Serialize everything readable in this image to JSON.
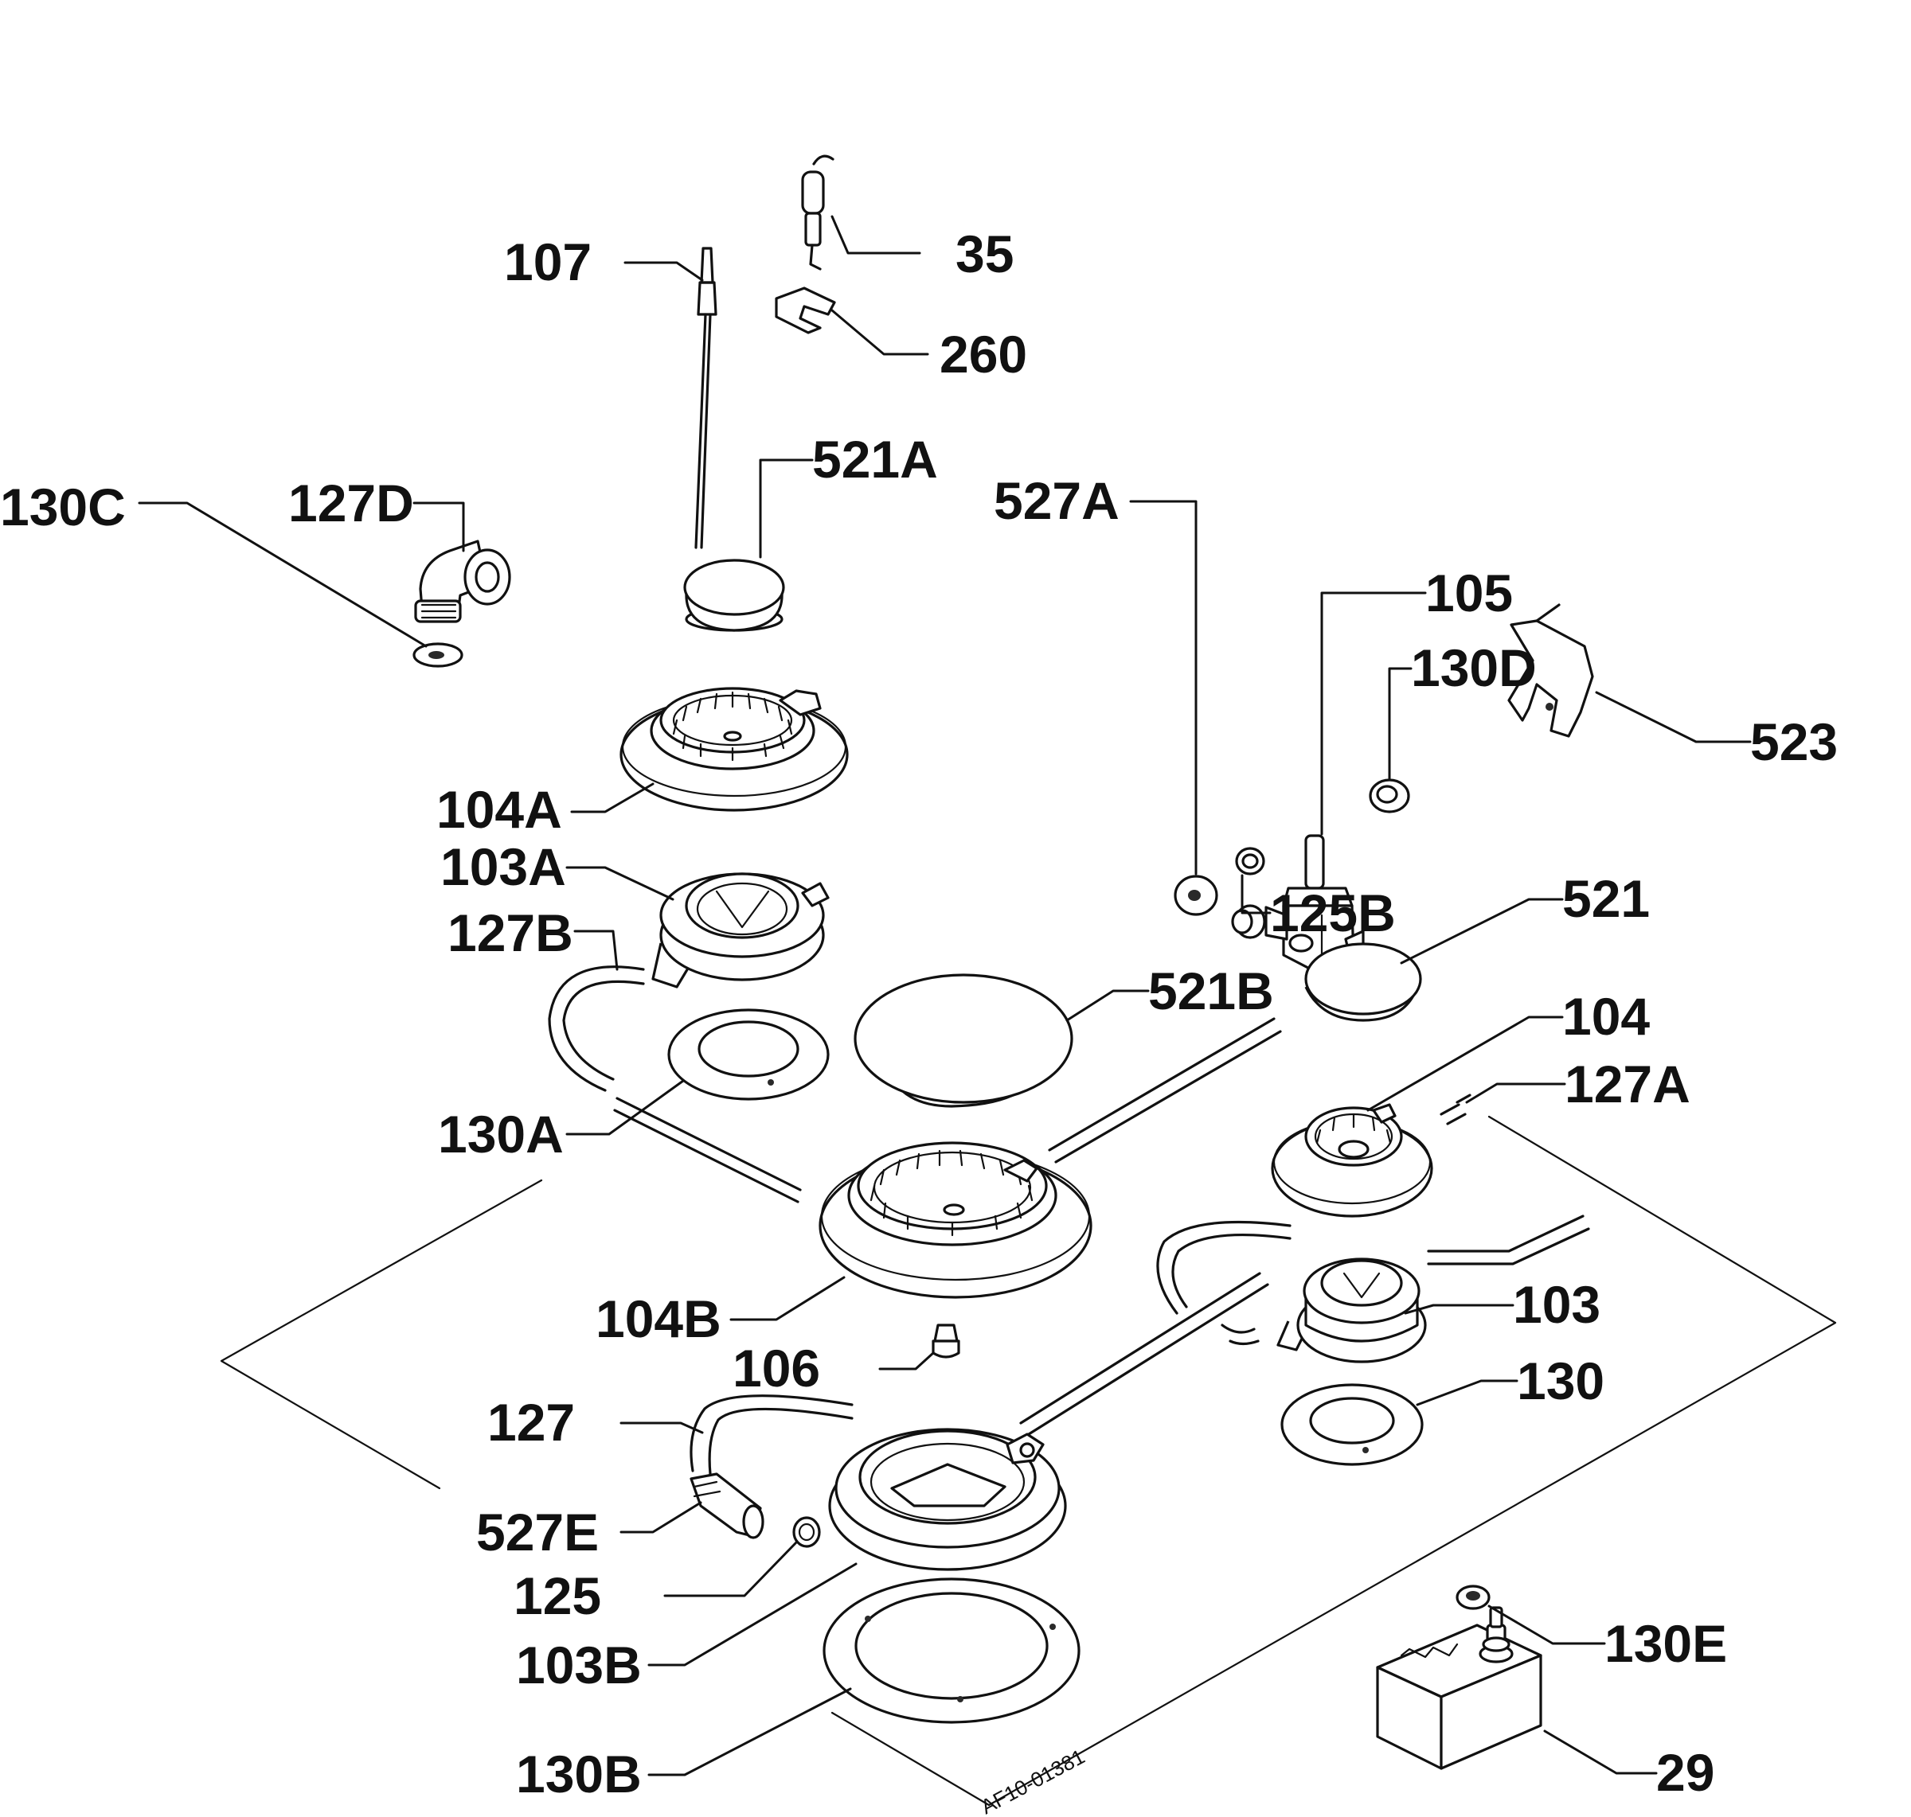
{
  "labels": {
    "p35": "35",
    "p260": "260",
    "p107": "107",
    "p521A": "521A",
    "p130C": "130C",
    "p127D": "127D",
    "p527A": "527A",
    "p105": "105",
    "p130D": "130D",
    "p523": "523",
    "p104A": "104A",
    "p103A": "103A",
    "p127B": "127B",
    "p125B": "125B",
    "p521": "521",
    "p521B": "521B",
    "p104": "104",
    "p127A": "127A",
    "p130A": "130A",
    "p104B": "104B",
    "p103": "103",
    "p106": "106",
    "p130": "130",
    "p127": "127",
    "p527E": "527E",
    "p125": "125",
    "p103B": "103B",
    "p130E": "130E",
    "p130B": "130B",
    "p29": "29"
  },
  "drawing_ref": "AF10-01381"
}
